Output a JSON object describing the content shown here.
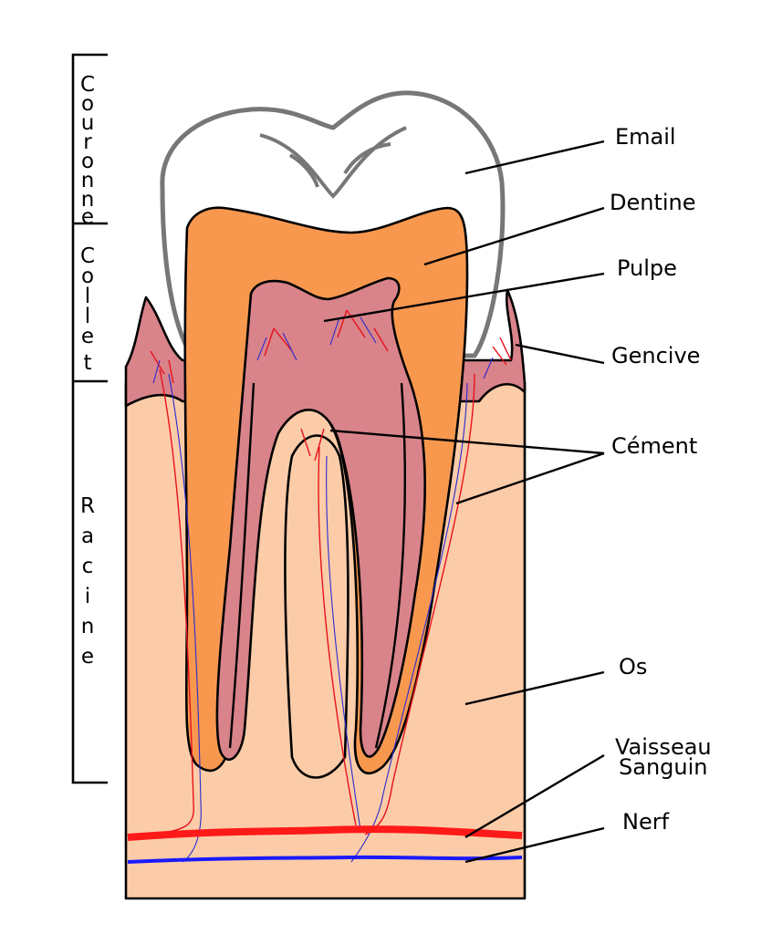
{
  "labels": {
    "email": "Email",
    "dentine": "Dentine",
    "pulpe": "Pulpe",
    "gencive": "Gencive",
    "cement": "Cément",
    "os": "Os",
    "vaisseau_line1": "Vaisseau",
    "vaisseau_line2": "Sanguin",
    "nerf": "Nerf"
  },
  "sections": {
    "couronne": [
      "C",
      "o",
      "u",
      "r",
      "o",
      "n",
      "n",
      "e"
    ],
    "collet": [
      "C",
      "o",
      "l",
      "l",
      "e",
      "t"
    ],
    "racine": [
      "R",
      "a",
      "c",
      "i",
      "n",
      "e"
    ]
  },
  "colors": {
    "enamel": "#ffffff",
    "enamel_stroke": "#777777",
    "dentine": "#f8984f",
    "pulp": "#d9838a",
    "gum": "#d9838a",
    "bone": "#fccca8",
    "blood_vessel": "#ff1a1a",
    "nerve": "#1a1aff"
  }
}
